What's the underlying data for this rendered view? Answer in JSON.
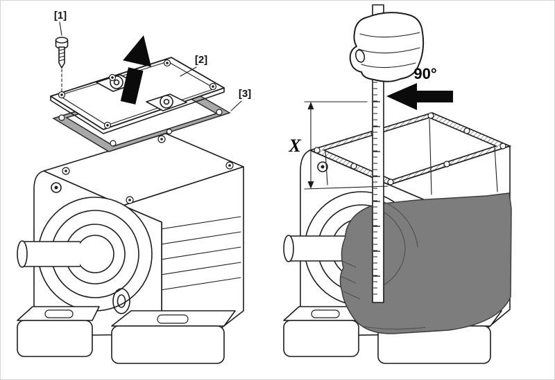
{
  "figure": {
    "callouts": {
      "screw": "[1]",
      "cover": "[2]",
      "gasket": "[3]"
    },
    "annotations": {
      "angle": "90°",
      "dimension": "X"
    },
    "colors": {
      "line": "#1c1c1c",
      "oil_fill": "#7d7d7d",
      "gasket_fill": "#a8a8a8",
      "arrow": "#0b0b0b"
    }
  }
}
